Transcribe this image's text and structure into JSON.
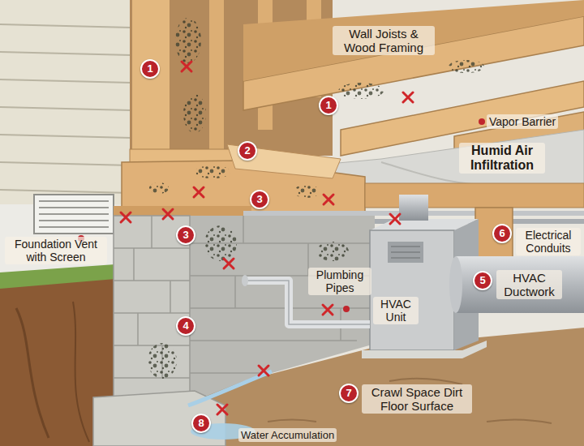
{
  "diagram": {
    "labels": [
      "1",
      "Wall Joists & Wood Framing",
      "1",
      "Vapor Barrier",
      "Humid Air Infiltration",
      "2",
      "3",
      "3",
      "Foundation Vent with Screen",
      "6",
      "Electrical Conduits",
      "5",
      "HVAC Ductwork",
      "Plumbing Pipes",
      "HVAC Unit",
      "4",
      "7",
      "Crawl Space Dirt Floor Surface",
      "8",
      "Water Accumulation"
    ]
  }
}
